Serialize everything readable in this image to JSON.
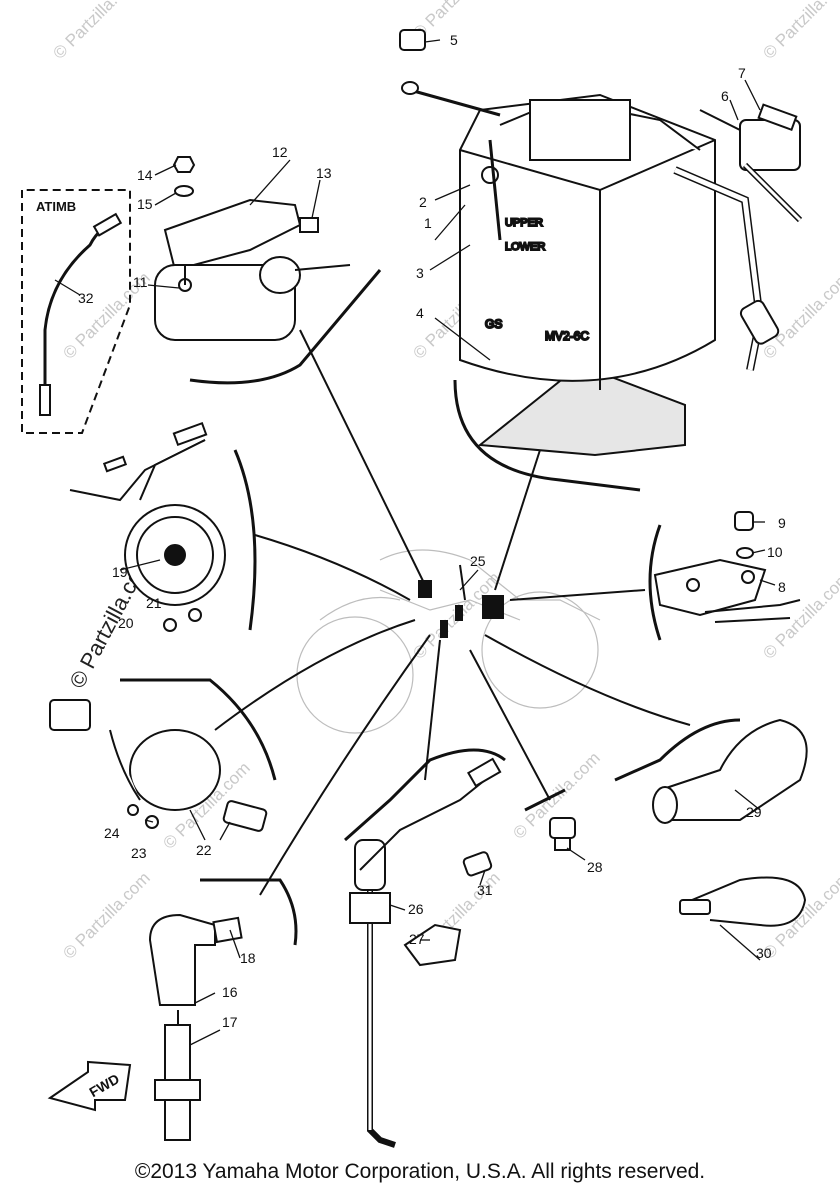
{
  "footer": {
    "copyright": "©2013  Yamaha Motor Corporation, U.S.A. All rights reserved."
  },
  "watermark": {
    "text": "© Partzilla.com",
    "brand": "© Partzilla.com"
  },
  "inset": {
    "label": "ATIMB"
  },
  "battery": {
    "upper": "UPPER",
    "lower": "LOWER",
    "model": "MV2-6C",
    "gs": "GS"
  },
  "fwd_arrow": {
    "label": "FWD"
  },
  "callouts": [
    "1",
    "2",
    "3",
    "4",
    "5",
    "6",
    "7",
    "8",
    "9",
    "10",
    "11",
    "12",
    "13",
    "14",
    "15",
    "16",
    "17",
    "18",
    "19",
    "20",
    "21",
    "22",
    "23",
    "24",
    "25",
    "26",
    "27",
    "28",
    "29",
    "30",
    "31",
    "32"
  ]
}
